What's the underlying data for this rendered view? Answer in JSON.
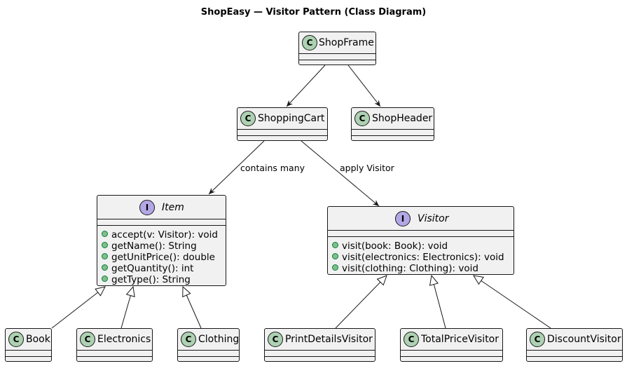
{
  "title": "ShopEasy — Visitor Pattern (Class Diagram)",
  "classes": {
    "shopframe": {
      "stereotype": "C",
      "name": "ShopFrame"
    },
    "shoppingcart": {
      "stereotype": "C",
      "name": "ShoppingCart"
    },
    "shopheader": {
      "stereotype": "C",
      "name": "ShopHeader"
    },
    "item": {
      "stereotype": "I",
      "name": "Item",
      "methods": [
        "accept(v: Visitor): void",
        "getName(): String",
        "getUnitPrice(): double",
        "getQuantity(): int",
        "getType(): String"
      ]
    },
    "visitor": {
      "stereotype": "I",
      "name": "Visitor",
      "methods": [
        "visit(book: Book): void",
        "visit(electronics: Electronics): void",
        "visit(clothing: Clothing): void"
      ]
    },
    "book": {
      "stereotype": "C",
      "name": "Book"
    },
    "electronics": {
      "stereotype": "C",
      "name": "Electronics"
    },
    "clothing": {
      "stereotype": "C",
      "name": "Clothing"
    },
    "printdetailsvisitor": {
      "stereotype": "C",
      "name": "PrintDetailsVisitor"
    },
    "totalpricevisitor": {
      "stereotype": "C",
      "name": "TotalPriceVisitor"
    },
    "discountvisitor": {
      "stereotype": "C",
      "name": "DiscountVisitor"
    }
  },
  "relations": {
    "cart_item": "contains many",
    "cart_visitor": "apply Visitor"
  },
  "colors": {
    "class_fill": "#f1f1f1",
    "class_badge": "#add1b2",
    "interface_badge": "#b4a7e5",
    "border": "#181818"
  }
}
